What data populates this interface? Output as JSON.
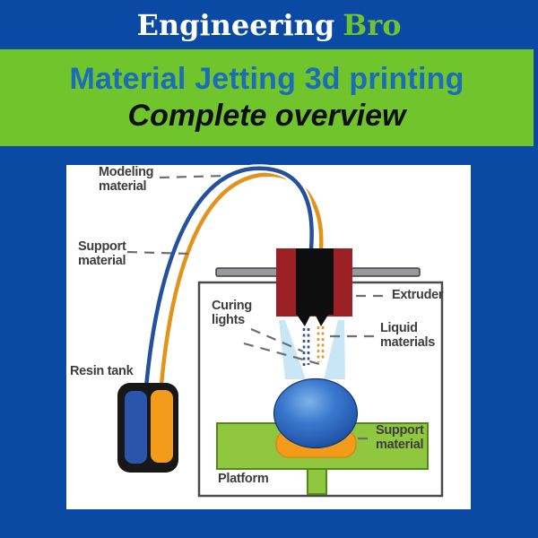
{
  "header": {
    "brand_primary": "Engineering",
    "brand_secondary": "Bro"
  },
  "title_band": {
    "line1": "Material Jetting 3d printing",
    "line2": "Complete overview"
  },
  "diagram": {
    "labels": {
      "modeling_material": "Modeling\nmaterial",
      "support_material_top": "Support\nmaterial",
      "resin_tank": "Resin tank",
      "curing_lights": "Curing\nlights",
      "extruder": "Extruder",
      "liquid_materials": "Liquid\nmaterials",
      "support_material_bottom": "Support\nmaterial",
      "platform": "Platform"
    },
    "colors": {
      "background_blue": "#0b4aa4",
      "band_green": "#70c42c",
      "title_blue": "#1b6db8",
      "brand_green": "#6fc32f",
      "panel_white": "#ffffff",
      "tube_blue": "#24509e",
      "tube_orange": "#e2931c",
      "rail_gray": "#97999c",
      "chamber_border": "#4a4a4a",
      "extruder_maroon": "#9b2126",
      "extruder_black": "#0e0e0e",
      "beam_lightblue": "#c8e6f5",
      "droplet_blue": "#34519f",
      "droplet_orange": "#dd9a2e",
      "object_blue": "#2f6ac1",
      "support_orange": "#f39c1b",
      "support_orange_border": "#d9890f",
      "platform_green": "#8fc83f",
      "platform_border": "#55861c",
      "tank_black": "#171717",
      "tank_blue": "#2b55ac",
      "tank_orange": "#f39c1b",
      "leader_gray": "#6e6e6e"
    }
  }
}
